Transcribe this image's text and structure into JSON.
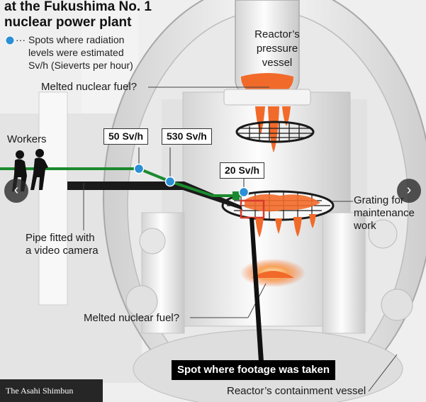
{
  "title": {
    "line1": "at the Fukushima No. 1",
    "line2": "nuclear power plant"
  },
  "legend": {
    "marker": "···",
    "line1": "Spots where radiation",
    "line2": "levels were estimated",
    "line3": "Sv/h (Sieverts per hour)"
  },
  "labels": {
    "pressure_vessel": [
      "Reactor’s",
      "pressure",
      "vessel"
    ],
    "melted_fuel_upper": "Melted nuclear fuel?",
    "workers": "Workers",
    "grating": [
      "Grating for",
      "maintenance",
      "work"
    ],
    "pipe": [
      "Pipe fitted with",
      "a video camera"
    ],
    "melted_fuel_lower": "Melted nuclear fuel?",
    "footage_spot": "Spot where footage was taken",
    "containment_vessel": "Reactor’s containment vessel"
  },
  "radiation": [
    {
      "value": "50 Sv/h"
    },
    {
      "value": "530 Sv/h"
    },
    {
      "value": "20 Sv/h"
    }
  ],
  "credit": "The Asahi Shimbun",
  "nav": {
    "prev_icon": "chevron-left-icon",
    "next_icon": "chevron-right-icon"
  },
  "colors": {
    "pipe_green": "#1b8a2e",
    "spot_blue": "#2b8fd6",
    "fuel_orange": "#f26a2a",
    "footage_box": "#d93a2b"
  }
}
